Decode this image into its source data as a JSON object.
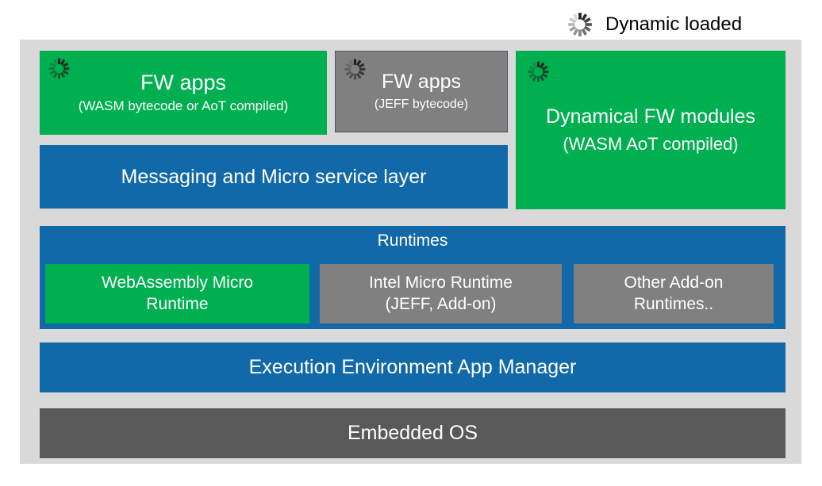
{
  "legend": {
    "label": "Dynamic loaded"
  },
  "colors": {
    "green": "#00B050",
    "blue": "#1269A9",
    "gray": "#808080",
    "dark_gray": "#595959",
    "panel": "#D9D9D9",
    "text_on_box": "#FFFFFF"
  },
  "diagram": {
    "fw_apps_wasm": {
      "title": "FW apps",
      "subtitle": "(WASM bytecode or AoT compiled)"
    },
    "fw_apps_jeff": {
      "title": "FW apps",
      "subtitle": "(JEFF bytecode)"
    },
    "dynamical_fw_modules": {
      "title": "Dynamical FW modules",
      "subtitle": "(WASM AoT compiled)"
    },
    "messaging_layer": {
      "label": "Messaging and Micro service layer"
    },
    "runtimes": {
      "title": "Runtimes",
      "items": [
        {
          "label": "WebAssembly Micro Runtime"
        },
        {
          "label": "Intel Micro Runtime (JEFF, Add-on)"
        },
        {
          "label": "Other Add-on Runtimes.."
        }
      ]
    },
    "app_manager": {
      "label": "Execution Environment App Manager"
    },
    "embedded_os": {
      "label": "Embedded OS"
    }
  }
}
